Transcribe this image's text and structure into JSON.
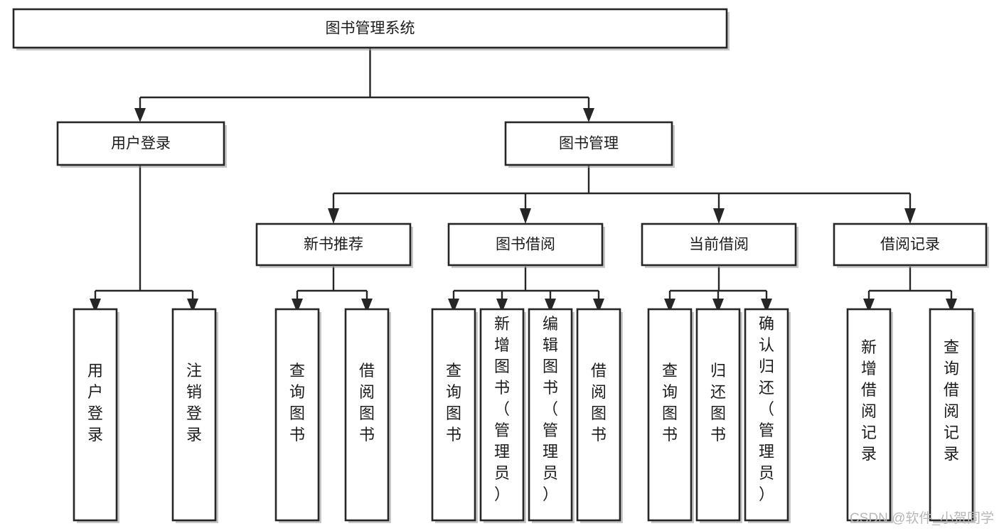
{
  "diagram": {
    "title": "图书管理系统",
    "type": "tree-hierarchy",
    "orientation": "top-down",
    "root": {
      "id": "root",
      "label": "图书管理系统"
    },
    "level2": [
      {
        "id": "user-login",
        "label": "用户登录"
      },
      {
        "id": "book-manage",
        "label": "图书管理"
      }
    ],
    "level3": [
      {
        "id": "new-book-rec",
        "label": "新书推荐",
        "parent": "book-manage"
      },
      {
        "id": "book-borrow",
        "label": "图书借阅",
        "parent": "book-manage"
      },
      {
        "id": "current-borrow",
        "label": "当前借阅",
        "parent": "book-manage"
      },
      {
        "id": "borrow-record",
        "label": "借阅记录",
        "parent": "book-manage"
      }
    ],
    "leaves": [
      {
        "id": "leaf-user-login",
        "label": "用户登录",
        "parent": "user-login"
      },
      {
        "id": "leaf-user-logout",
        "label": "注销登录",
        "parent": "user-login"
      },
      {
        "id": "leaf-query-book-1",
        "label": "查询图书",
        "parent": "new-book-rec"
      },
      {
        "id": "leaf-borrow-book-1",
        "label": "借阅图书",
        "parent": "new-book-rec"
      },
      {
        "id": "leaf-query-book-2",
        "label": "查询图书",
        "parent": "book-borrow"
      },
      {
        "id": "leaf-add-book",
        "label": "新增图书（管理员）",
        "parent": "book-borrow"
      },
      {
        "id": "leaf-edit-book",
        "label": "编辑图书（管理员）",
        "parent": "book-borrow"
      },
      {
        "id": "leaf-borrow-book-2",
        "label": "借阅图书",
        "parent": "book-borrow"
      },
      {
        "id": "leaf-query-book-3",
        "label": "查询图书",
        "parent": "current-borrow"
      },
      {
        "id": "leaf-return-book",
        "label": "归还图书",
        "parent": "current-borrow"
      },
      {
        "id": "leaf-confirm-return",
        "label": "确认归还（管理员）",
        "parent": "current-borrow"
      },
      {
        "id": "leaf-add-record",
        "label": "新增借阅记录",
        "parent": "borrow-record"
      },
      {
        "id": "leaf-query-record",
        "label": "查询借阅记录",
        "parent": "borrow-record"
      }
    ]
  },
  "watermark": {
    "text": "CSDN @软件_小贺同学"
  },
  "colors": {
    "background": "#ffffff",
    "box_fill": "#ffffff",
    "box_stroke": "#262626",
    "text": "#1c1c1c",
    "watermark": "#b8b8b8"
  }
}
